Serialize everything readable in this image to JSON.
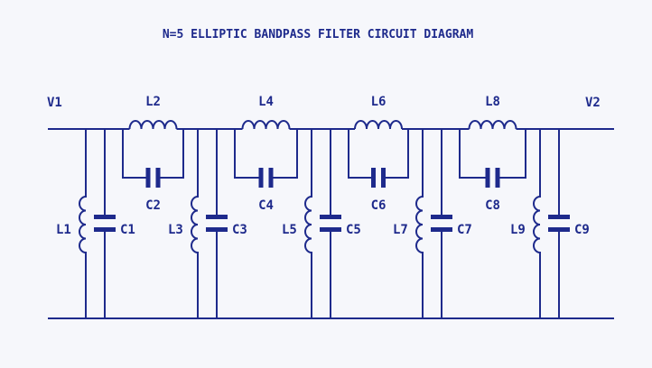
{
  "title": "N=5  ELLIPTIC BANDPASS FILTER CIRCUIT DIAGRAM",
  "ports": {
    "input": "V1",
    "output": "V2"
  },
  "shunt_branches": [
    {
      "inductor": "L1",
      "capacitor": "C1"
    },
    {
      "inductor": "L3",
      "capacitor": "C3"
    },
    {
      "inductor": "L5",
      "capacitor": "C5"
    },
    {
      "inductor": "L7",
      "capacitor": "C7"
    },
    {
      "inductor": "L9",
      "capacitor": "C9"
    }
  ],
  "series_branches": [
    {
      "inductor": "L2",
      "capacitor": "C2"
    },
    {
      "inductor": "L4",
      "capacitor": "C4"
    },
    {
      "inductor": "L6",
      "capacitor": "C6"
    },
    {
      "inductor": "L8",
      "capacitor": "C8"
    }
  ],
  "colors": {
    "ink": "#1e2a8c",
    "paper": "#f6f7fb"
  }
}
